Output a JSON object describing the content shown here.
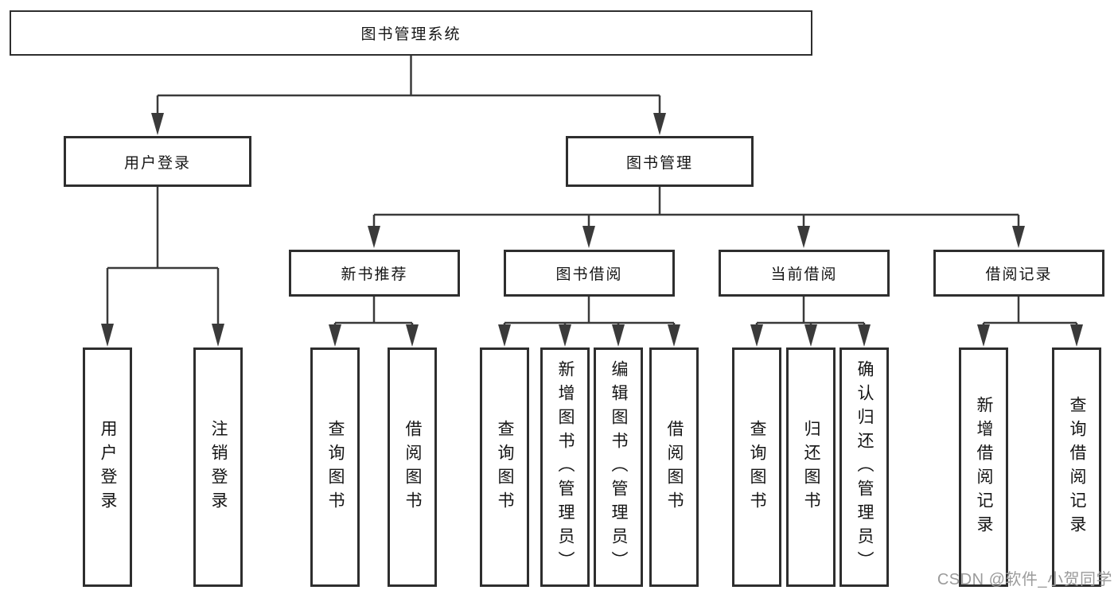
{
  "diagram": {
    "title": "图书管理系统",
    "level2": [
      "用户登录",
      "图书管理"
    ],
    "level3": [
      "新书推荐",
      "图书借阅",
      "当前借阅",
      "借阅记录"
    ],
    "leaves": {
      "login": [
        "用户登录",
        "注销登录"
      ],
      "recommend": [
        "查询图书",
        "借阅图书"
      ],
      "borrow": [
        "查询图书",
        "新增图书（管理员）",
        "编辑图书（管理员）",
        "借阅图书"
      ],
      "current": [
        "查询图书",
        "归还图书",
        "确认归还（管理员）"
      ],
      "records": [
        "新增借阅记录",
        "查询借阅记录"
      ]
    },
    "watermark": "CSDN @软件_小贺同学",
    "colors": {
      "line": "#3a3a3a",
      "box_border": "#2e2e2e",
      "text": "#151515",
      "watermark": "#9b9b9b",
      "background": "#ffffff"
    }
  }
}
